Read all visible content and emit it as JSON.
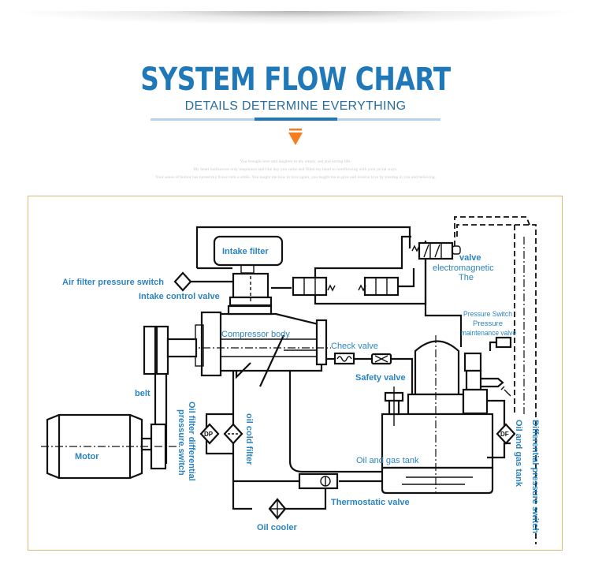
{
  "header": {
    "title": "SYSTEM FLOW CHART",
    "subtitle": "DETAILS DETERMINE EVERYTHING",
    "blurb_lines": [
      "You brought love and laughter to my empty, sad and boring life.",
      "My heart had known only emptiness until the day you came and filled my heart to overflowing with your jovial ways.",
      "Your sense of humor has turned my frown into a smile. You taught me how to love again, you taught me to give and receive love by trusting in you and believing."
    ],
    "colors": {
      "title": "#1f78b8",
      "accent_arrow": "#f57c1f",
      "label": "#2b84c0",
      "frame": "#d9b87a"
    }
  },
  "diagram": {
    "labels": {
      "intake_filter": "Intake filter",
      "air_filter_pressure_switch": "Air filter pressure switch",
      "intake_control_valve": "Intake control valve",
      "compressor_body": "Compressor body",
      "check_valve": "Check valve",
      "safety_valve": "Safety valve",
      "belt": "belt",
      "motor": "Motor",
      "oil_filter_diff_line1": "Oil filter differential",
      "oil_filter_diff_line2": "pressure switch",
      "oil_cold_filter": "oil cold filter",
      "oil_and_gas_tank": "Oil and gas tank",
      "thermostatic_valve": "Thermostatic valve",
      "oil_cooler": "Oil cooler",
      "solenoid_line1": "valve",
      "solenoid_line2": "electromagnetic",
      "solenoid_line3": "The",
      "pmv_line1": "Pressure Switch",
      "pmv_line2": "Pressure",
      "pmv_line3": "maintenance valve",
      "oil_gas_tank_vertical": "Oil and gas tank",
      "differential_pressure_switch": "Differential pressure switch",
      "dp_symbol": "DP",
      "df_symbol": "DF"
    }
  }
}
